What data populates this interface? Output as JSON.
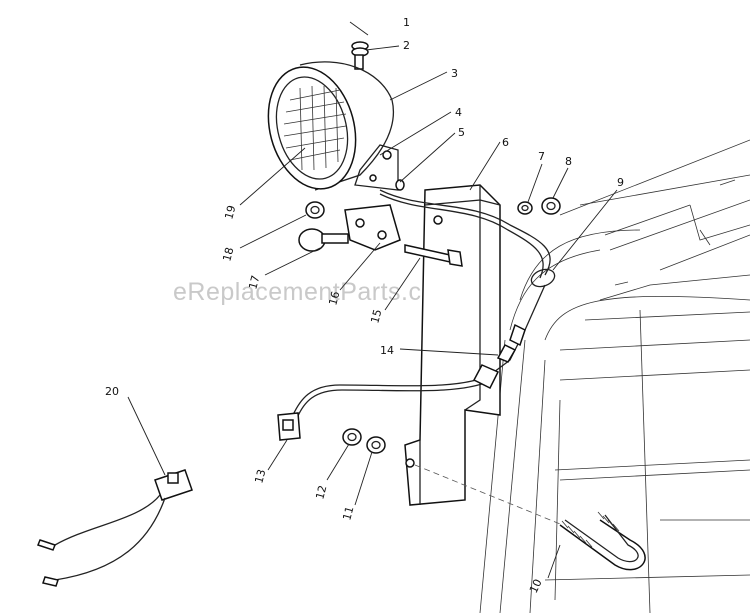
{
  "watermark": "eReplacementParts.com",
  "callouts": {
    "c1": "1",
    "c2": "2",
    "c3": "3",
    "c4": "4",
    "c5": "5",
    "c6": "6",
    "c7": "7",
    "c8": "8",
    "c9": "9",
    "c10": "10",
    "c11": "11",
    "c12": "12",
    "c13": "13",
    "c14": "14",
    "c15": "15",
    "c16": "16",
    "c17": "17",
    "c18": "18",
    "c19": "19",
    "c20": "20"
  }
}
